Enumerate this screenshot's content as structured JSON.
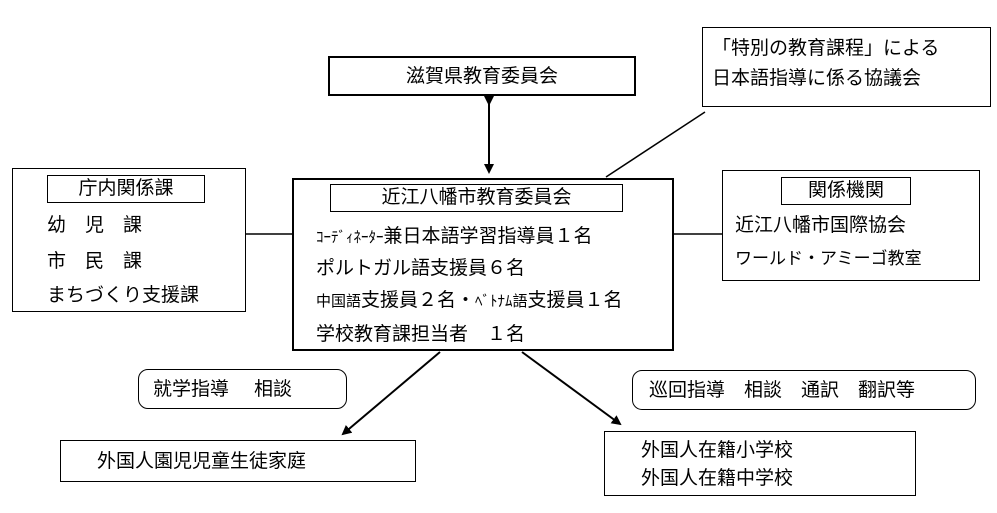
{
  "top": {
    "board": "滋賀県教育委員会",
    "council_line1": "「特別の教育課程」による",
    "council_line2": "日本語指導に係る協議会"
  },
  "left": {
    "header": "庁内関係課",
    "items": [
      "幼　児　課",
      "市　民　課",
      "まちづくり支援課"
    ]
  },
  "center": {
    "header": "近江八幡市教育委員会",
    "line1_small": "ｺｰﾃﾞｨﾈｰﾀｰ",
    "line1_rest": "兼日本語学習指導員１名",
    "line2": "ポルトガル語支援員６名",
    "line3_small_a": "中国語",
    "line3_mid": "支援員２名・",
    "line3_small_b": "ﾍﾞﾄﾅﾑ語",
    "line3_end": "支援員１名",
    "line4": "学校教育課担当者　１名"
  },
  "right": {
    "header": "関係機関",
    "item1": "近江八幡市国際協会",
    "item2": "ワールド・アミーゴ教室"
  },
  "bottom": {
    "label_left": "就学指導　 相談",
    "label_right": "巡回指導　相談　通訳　翻訳等",
    "target_left": "外国人園児児童生徒家庭",
    "target_right_line1": "外国人在籍小学校",
    "target_right_line2": "外国人在籍中学校"
  }
}
